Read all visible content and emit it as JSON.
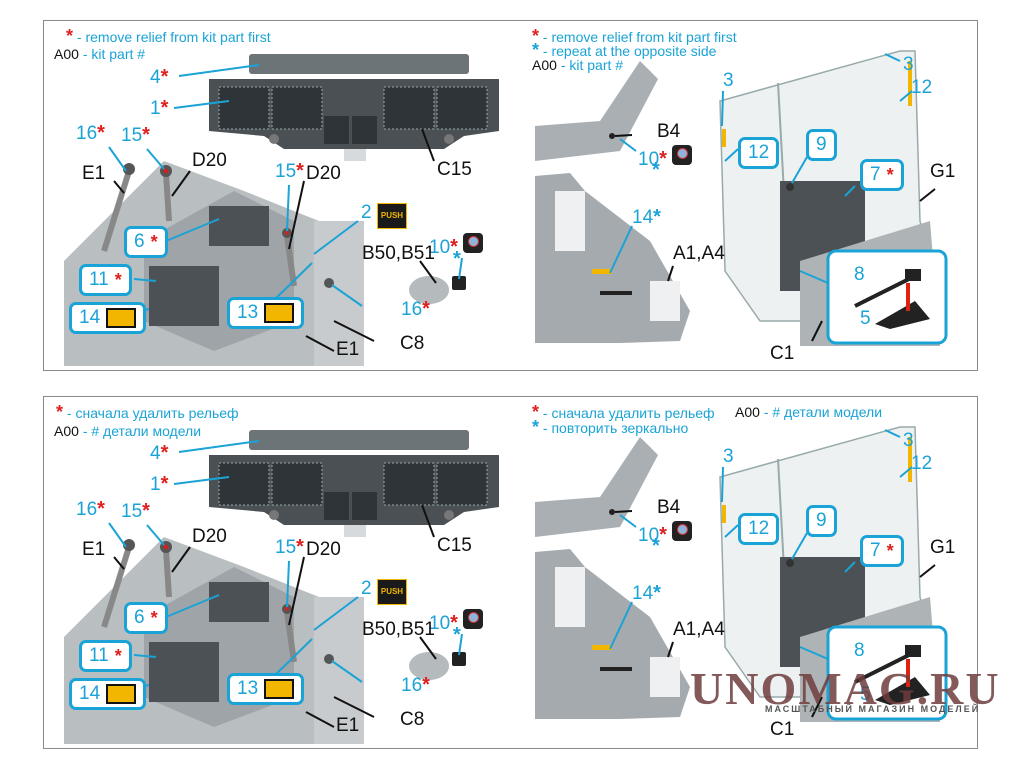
{
  "panels": {
    "top_left": {
      "legend": {
        "star_meaning": "- remove relief from kit part first",
        "kitpart_code": "A00",
        "kitpart_meaning": "- kit part #"
      },
      "callouts": {
        "c4": "4",
        "c1": "1",
        "c16": "16",
        "c15a": "15",
        "c15b": "15",
        "c2": "2",
        "c10": "10",
        "c6": "6",
        "c11": "11",
        "c14": "14",
        "c13": "13",
        "c16b": "16"
      },
      "parts": {
        "e1a": "E1",
        "d20a": "D20",
        "d20b": "D20",
        "c15": "C15",
        "b50": "B50,B51",
        "e1b": "E1",
        "c8": "C8"
      },
      "push_label": "PUSH"
    },
    "top_right": {
      "legend": {
        "star_red_meaning": "- remove relief from kit part first",
        "star_cyan_meaning": "- repeat at the opposite side",
        "kitpart_code": "A00",
        "kitpart_meaning": "- kit part #"
      },
      "callouts": {
        "c3a": "3",
        "c3b": "3",
        "c12a": "12",
        "c12b": "12",
        "c9": "9",
        "c7": "7",
        "c10": "10",
        "c14": "14",
        "c8": "8",
        "c5": "5"
      },
      "parts": {
        "b4": "B4",
        "a1a4": "A1,A4",
        "g1": "G1",
        "c1": "C1"
      }
    },
    "bottom_left": {
      "legend": {
        "star_meaning": "- сначала удалить рельеф",
        "kitpart_code": "A00",
        "kitpart_meaning": "- # детали модели"
      },
      "callouts": {
        "c4": "4",
        "c1": "1",
        "c16": "16",
        "c15a": "15",
        "c15b": "15",
        "c2": "2",
        "c10": "10",
        "c6": "6",
        "c11": "11",
        "c14": "14",
        "c13": "13",
        "c16b": "16"
      },
      "parts": {
        "e1a": "E1",
        "d20a": "D20",
        "d20b": "D20",
        "c15": "C15",
        "b50": "B50,B51",
        "e1b": "E1",
        "c8": "C8"
      },
      "push_label": "PUSH"
    },
    "bottom_right": {
      "legend": {
        "star_red_meaning": "- сначала удалить рельеф",
        "star_cyan_meaning": "- повторить зеркально",
        "kitpart_code": "A00",
        "kitpart_meaning": "- # детали модели"
      },
      "callouts": {
        "c3a": "3",
        "c3b": "3",
        "c12a": "12",
        "c12b": "12",
        "c9": "9",
        "c7": "7",
        "c10": "10",
        "c14": "14",
        "c8": "8",
        "c5": "5"
      },
      "parts": {
        "b4": "B4",
        "a1a4": "A1,A4",
        "g1": "G1",
        "c1": "C1"
      }
    }
  },
  "symbols": {
    "star": "*"
  },
  "watermark": {
    "main": "UNOMAG.RU",
    "sub": "МАСШТАБНЫЙ МАГАЗИН МОДЕЛЕЙ"
  },
  "colors": {
    "callout": "#1aa3d6",
    "star_red": "#e02020",
    "border": "#8a8a8a",
    "part_text": "#111111",
    "decal_yellow": "#f2b600"
  }
}
